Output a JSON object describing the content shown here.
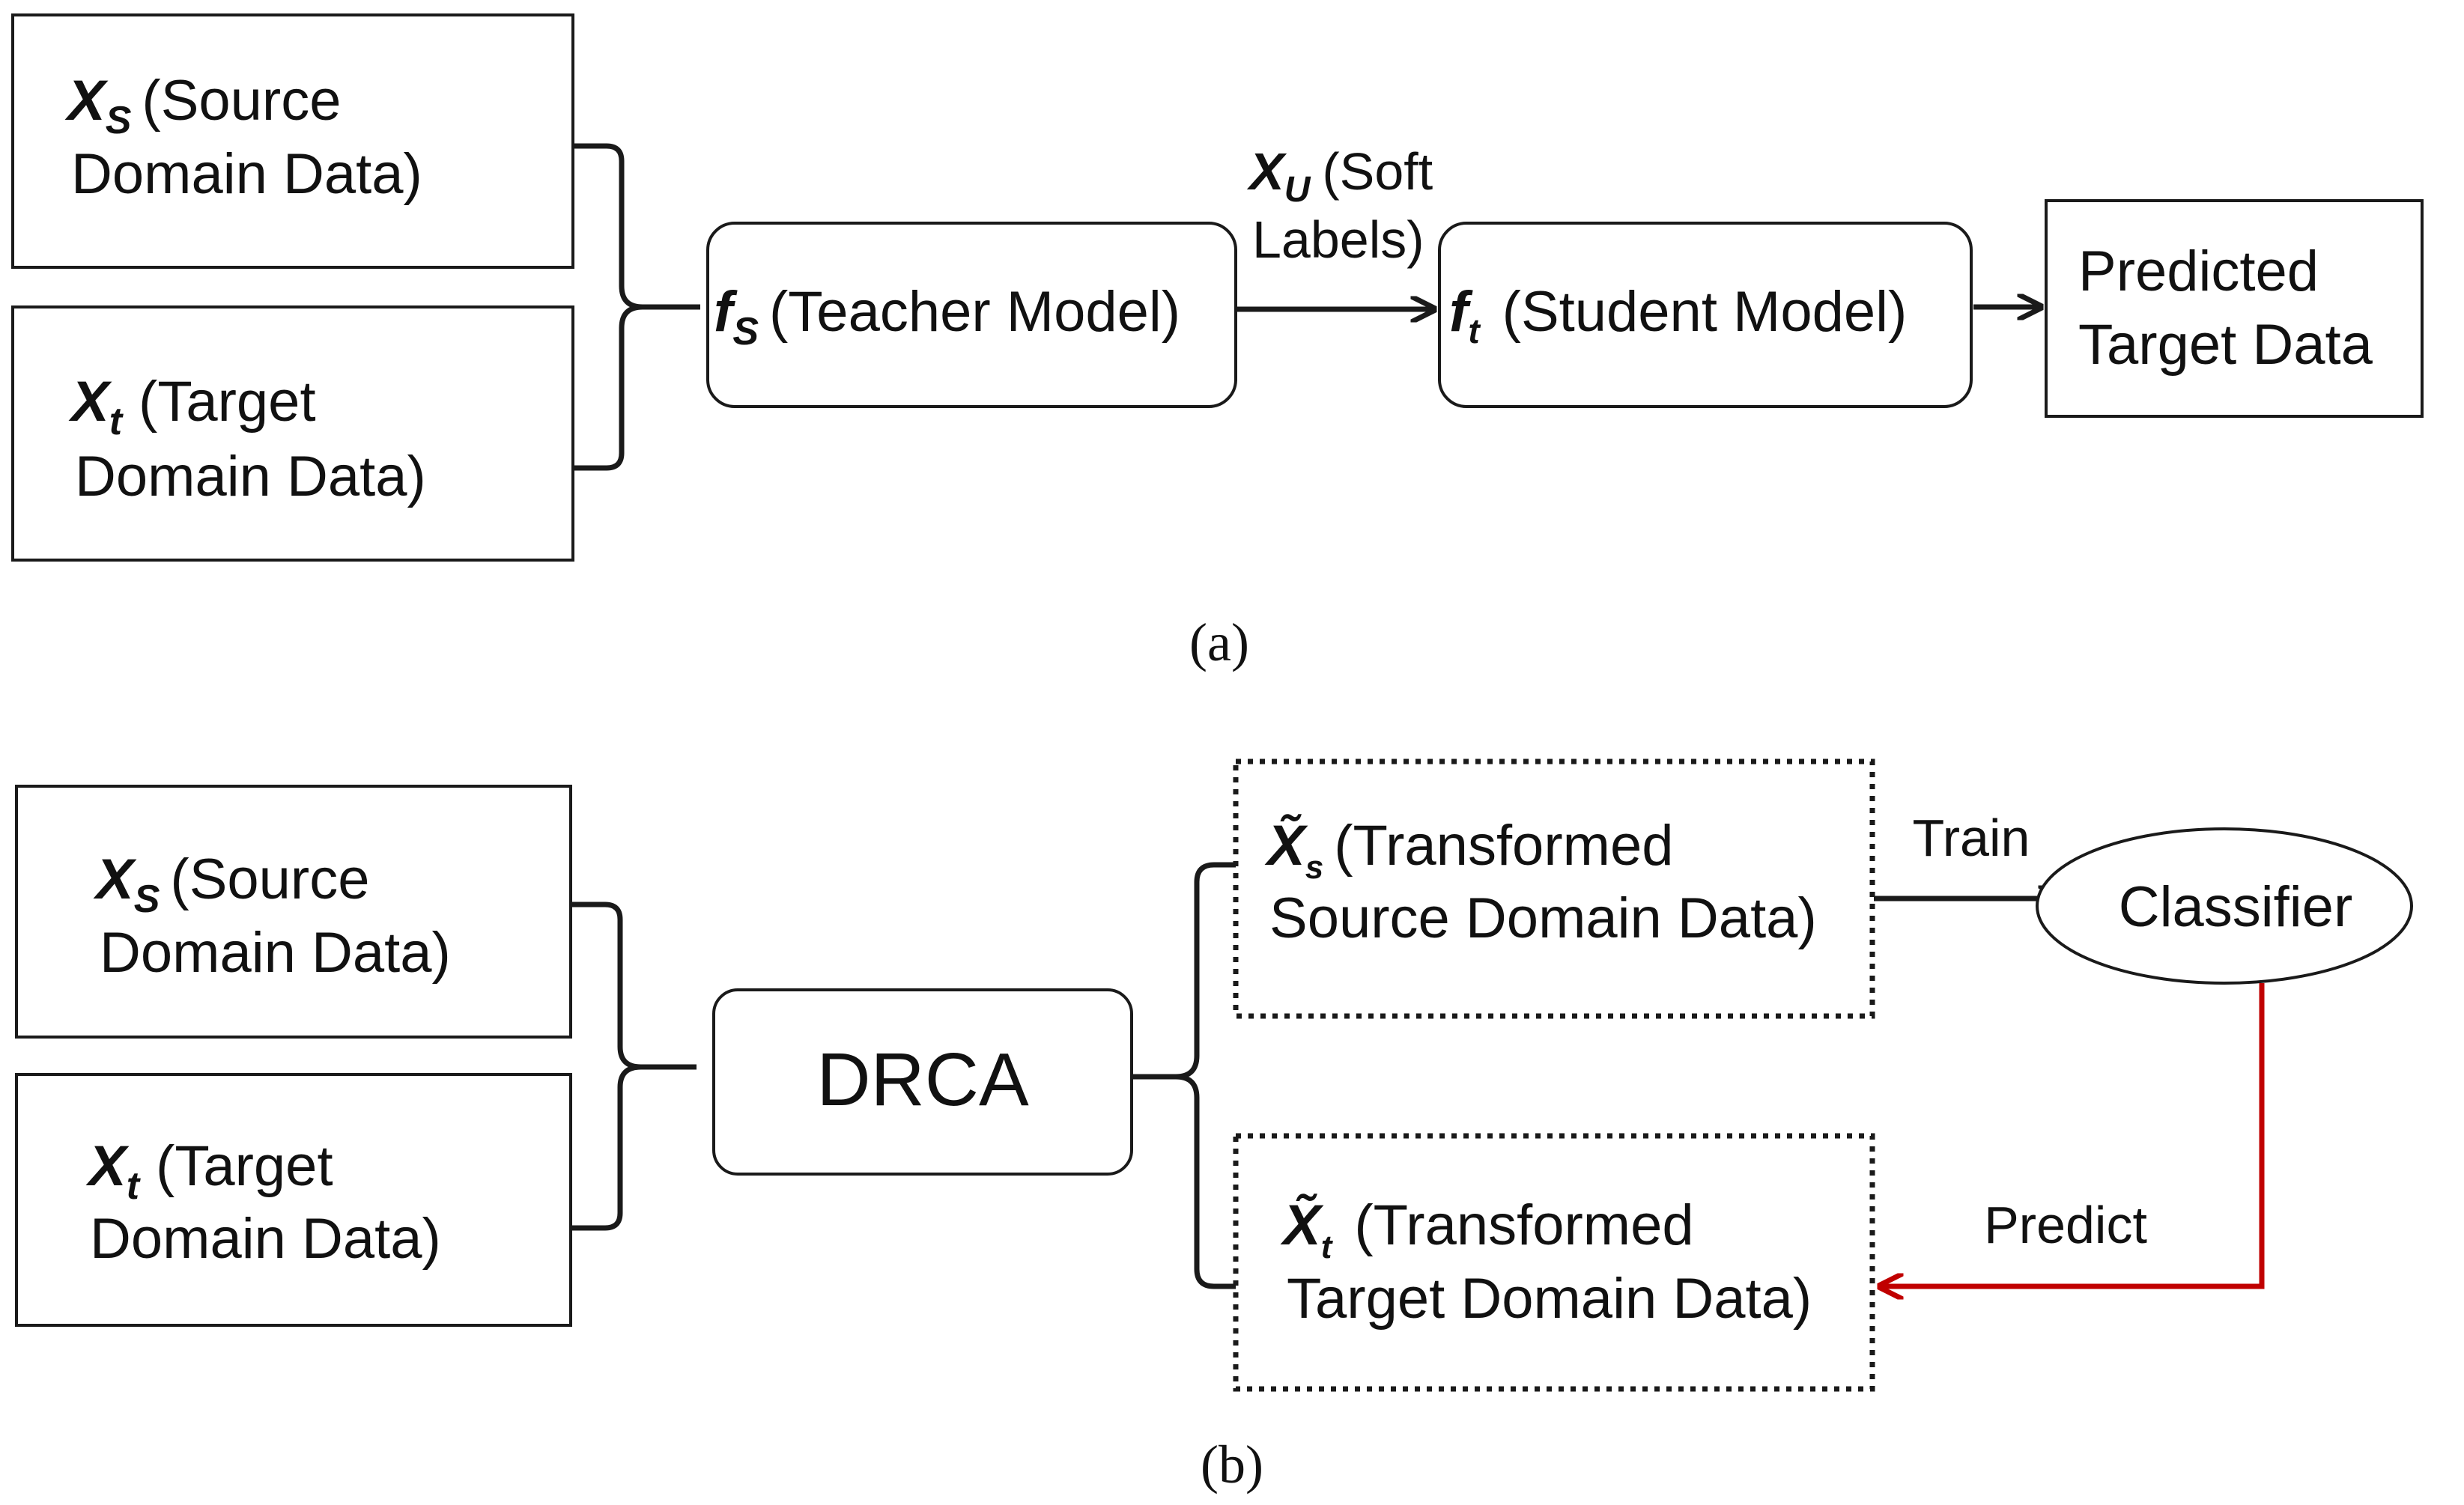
{
  "colors": {
    "ink": "#1a1a1a",
    "predict_arrow": "#c00000",
    "background": "#ffffff"
  },
  "panel_a": {
    "source_box": {
      "symbol": "X",
      "subscript": "S",
      "line1": "(Source",
      "line2": "Domain Data)"
    },
    "target_box": {
      "symbol": "X",
      "subscript": "t",
      "line1": "(Target",
      "line2": "Domain Data)"
    },
    "teacher_box": {
      "symbol": "f",
      "subscript": "S",
      "text": "(Teacher Model)"
    },
    "soft_labels": {
      "symbol": "X",
      "subscript": "U",
      "line1": "(Soft",
      "line2": "Labels)"
    },
    "student_box": {
      "symbol": "f",
      "subscript": "t",
      "text": "(Student Model)"
    },
    "predicted_box": {
      "line1": "Predicted",
      "line2": "Target Data"
    },
    "caption": "(a)"
  },
  "panel_b": {
    "source_box": {
      "symbol": "X",
      "subscript": "S",
      "line1": "(Source",
      "line2": "Domain Data)"
    },
    "target_box": {
      "symbol": "X",
      "subscript": "t",
      "line1": "(Target",
      "line2": "Domain Data)"
    },
    "drca_box": {
      "text": "DRCA"
    },
    "transformed_source": {
      "symbol": "X̃",
      "subscript": "s",
      "line1": "(Transformed",
      "line2": "Source Domain Data)"
    },
    "transformed_target": {
      "symbol": "X̃",
      "subscript": "t",
      "line1": "(Transformed",
      "line2": "Target Domain Data)"
    },
    "train_label": "Train",
    "classifier": "Classifier",
    "predict_label": "Predict",
    "caption": "(b)"
  }
}
